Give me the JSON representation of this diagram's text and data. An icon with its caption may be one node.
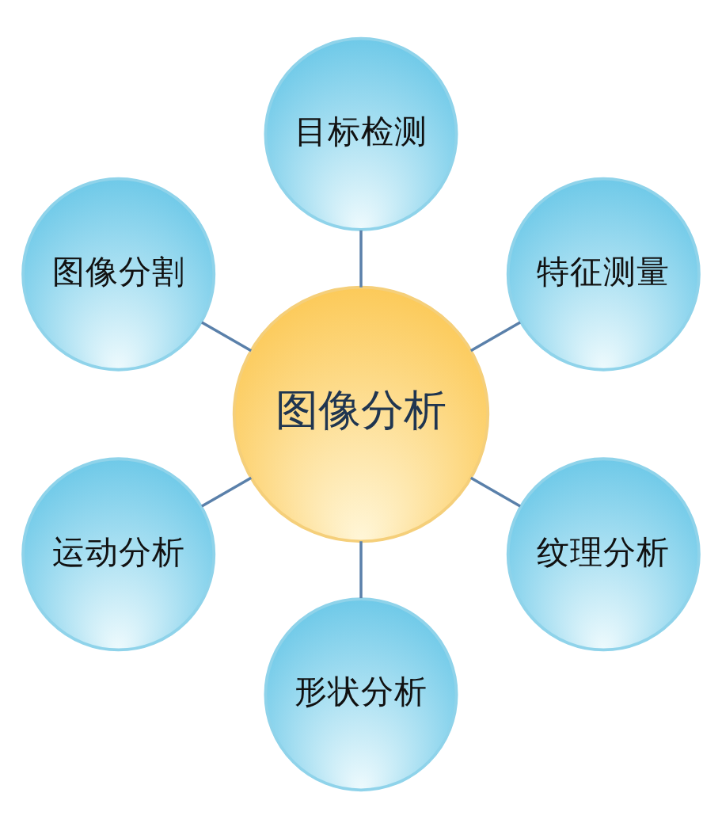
{
  "diagram": {
    "nodes": [
      {
        "text": [
          "目标检测"
        ]
      },
      {
        "text": [
          "图像分割"
        ]
      },
      {
        "text": [
          "特征测量"
        ]
      },
      {
        "text": [
          "图像分析"
        ]
      },
      {
        "text": [
          "运动分析"
        ]
      },
      {
        "text": [
          "纹理分析"
        ]
      },
      {
        "text": [
          "形状分析"
        ]
      }
    ],
    "edges": [
      {
        "from": 3,
        "to": 0,
        "arrow": "none"
      },
      {
        "from": 3,
        "to": 2,
        "arrow": "none"
      },
      {
        "from": 3,
        "to": 5,
        "arrow": "none"
      },
      {
        "from": 3,
        "to": 6,
        "arrow": "none"
      },
      {
        "from": 3,
        "to": 4,
        "arrow": "none"
      },
      {
        "from": 3,
        "to": 1,
        "arrow": "none"
      }
    ]
  }
}
